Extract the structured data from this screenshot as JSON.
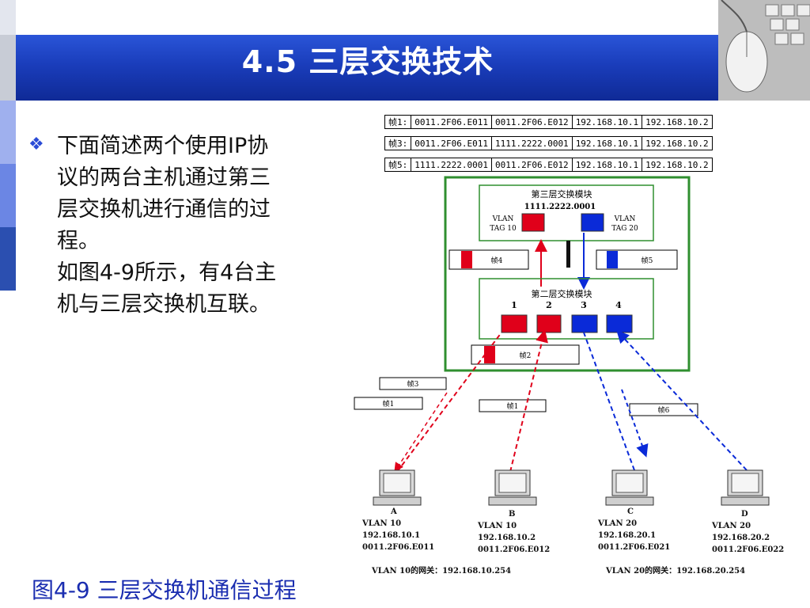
{
  "slide": {
    "title": "4.5  三层交换技术",
    "body_lines": [
      "下面简述两个使用IP协",
      "议的两台主机通过第三",
      "层交换机进行通信的过",
      "程。",
      "如图4-9所示，有4台主",
      "机与三层交换机互联。"
    ],
    "caption": "图4-9  三层交换机通信过程",
    "bullet_icon": "diamond-bullet-icon"
  },
  "frames": [
    {
      "label": "帧1:",
      "cells": [
        "0011.2F06.E011",
        "0011.2F06.E012",
        "192.168.10.1",
        "192.168.10.2"
      ]
    },
    {
      "label": "帧3:",
      "cells": [
        "0011.2F06.E011",
        "1111.2222.0001",
        "192.168.10.1",
        "192.168.10.2"
      ]
    },
    {
      "label": "帧5:",
      "cells": [
        "1111.2222.0001",
        "0011.2F06.E012",
        "192.168.10.1",
        "192.168.10.2"
      ]
    }
  ],
  "diagram": {
    "l3_title": "第三层交换模块",
    "l3_mac": "1111.2222.0001",
    "vlan10_tag": [
      "VLAN",
      "TAG 10"
    ],
    "vlan20_tag": [
      "VLAN",
      "TAG 20"
    ],
    "l2_title": "第二层交换模块",
    "ports": [
      "1",
      "2",
      "3",
      "4"
    ],
    "frame_labels": {
      "f4": "帧4",
      "f5": "帧5",
      "f2": "帧2",
      "f3": "帧3",
      "f1a": "帧1",
      "f1b": "帧1",
      "f6": "帧6"
    },
    "hosts": [
      {
        "name": "A",
        "vlan": "VLAN 10",
        "ip": "192.168.10.1",
        "mac": "0011.2F06.E011"
      },
      {
        "name": "B",
        "vlan": "VLAN 10",
        "ip": "192.168.10.2",
        "mac": "0011.2F06.E012"
      },
      {
        "name": "C",
        "vlan": "VLAN 20",
        "ip": "192.168.20.1",
        "mac": "0011.2F06.E021"
      },
      {
        "name": "D",
        "vlan": "VLAN 20",
        "ip": "192.168.20.2",
        "mac": "0011.2F06.E022"
      }
    ],
    "gateway10": "VLAN 10的网关：192.168.10.254",
    "gateway20": "VLAN 20的网关：192.168.20.254"
  },
  "colors": {
    "vlan10": "#e0001a",
    "vlan20": "#0a2ad8",
    "switch_border": "#2f8f2f"
  }
}
